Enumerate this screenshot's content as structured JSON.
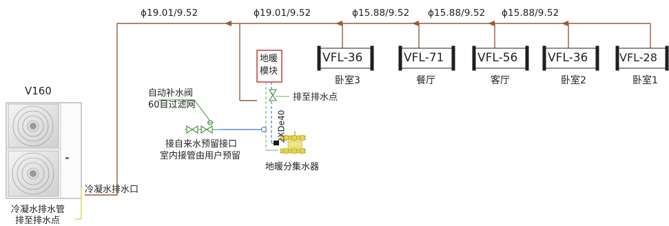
{
  "outdoor_unit": {
    "model": "V160"
  },
  "pipe_sizes": [
    "ϕ19.01/9.52",
    "ϕ19.01/9.52",
    "ϕ15.88/9.52",
    "ϕ15.88/9.52",
    "ϕ15.88/9.52"
  ],
  "indoor_units": [
    {
      "model": "VFL-36",
      "room": "卧室3"
    },
    {
      "model": "VFL-71",
      "room": "餐厅"
    },
    {
      "model": "VFL-56",
      "room": "客厅"
    },
    {
      "model": "VFL-36",
      "room": "卧室2"
    },
    {
      "model": "VFL-28",
      "room": "卧室1"
    }
  ],
  "floor_heating_module": {
    "line1": "地暖",
    "line2": "模块"
  },
  "labels": {
    "valve": "自动补水阀",
    "filter": "60目过滤网",
    "drain_point": "排至排水点",
    "inlet_1": "接自来水预留接口",
    "inlet_2": "室内接管由用户预留",
    "pipe_spec": "2XDe40",
    "manifold": "地暖分集水器",
    "condensate_outlet": "冷凝水排水口",
    "condensate_pipe_1": "冷凝水排水管",
    "condensate_pipe_2": "排至排水点"
  }
}
